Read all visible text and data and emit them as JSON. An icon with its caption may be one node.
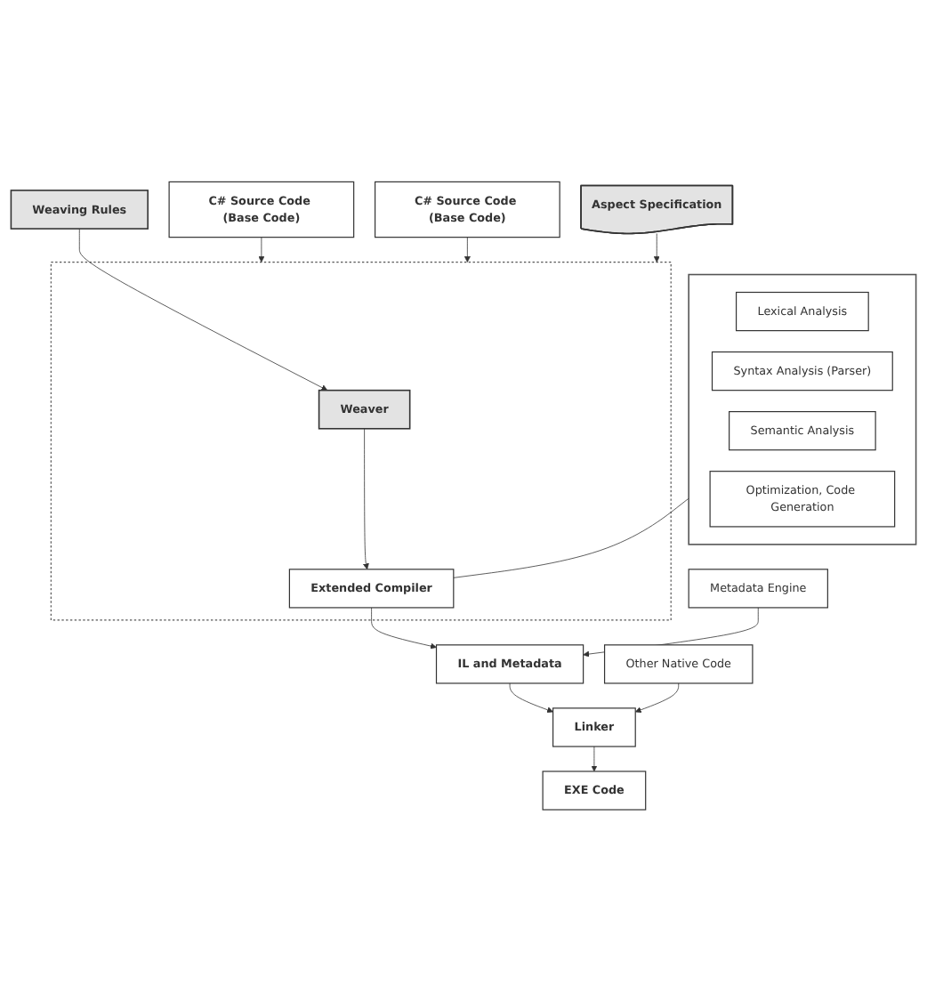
{
  "diagram": {
    "nodes": [
      {
        "text": [
          "C# Source Code (Base Code)"
        ]
      },
      {
        "text": [
          "C# Source Code (Base Code)"
        ]
      },
      {
        "text": [
          "Aspect Specification"
        ]
      },
      {
        "text": [],
        "shape": "box"
      },
      {
        "text": [
          "Lexical Analysis"
        ],
        "in": 3
      },
      {
        "text": [
          "Syntax Analysis (Parser)"
        ],
        "in": 3
      },
      {
        "text": [
          "Semantic Analysis"
        ],
        "in": 3
      },
      {
        "text": [
          "Optimization, Code Generation"
        ],
        "in": 3
      },
      {
        "text": [],
        "shape": "box"
      },
      {
        "text": [
          "Weaver"
        ],
        "in": 8
      },
      {
        "text": [
          "Weaving Rules"
        ]
      },
      {
        "text": [
          "Extended Compiler"
        ],
        "in": 8
      },
      {
        "text": [
          "IL and Metadata"
        ]
      },
      {
        "text": [
          "Metadata Engine"
        ]
      },
      {
        "text": [
          "Linker"
        ]
      },
      {
        "text": [
          "Other Native Code"
        ]
      },
      {
        "text": [
          "EXE Code"
        ]
      }
    ],
    "edges": [
      {
        "from": 0,
        "to": 8,
        "arrow": "to"
      },
      {
        "from": 1,
        "to": 8,
        "arrow": "to"
      },
      {
        "from": 2,
        "to": 8,
        "arrow": "to"
      },
      {
        "from": 10,
        "to": 9,
        "arrow": "to"
      },
      {
        "from": 9,
        "to": 11,
        "arrow": "to"
      },
      {
        "from": 3,
        "to": 11,
        "arrow": "none"
      },
      {
        "from": 11,
        "to": 12,
        "arrow": "to"
      },
      {
        "from": 13,
        "to": 12,
        "arrow": "to"
      },
      {
        "from": 12,
        "to": 14,
        "arrow": "to"
      },
      {
        "from": 15,
        "to": 14,
        "arrow": "to"
      },
      {
        "from": 14,
        "to": 16,
        "arrow": "to"
      }
    ]
  }
}
